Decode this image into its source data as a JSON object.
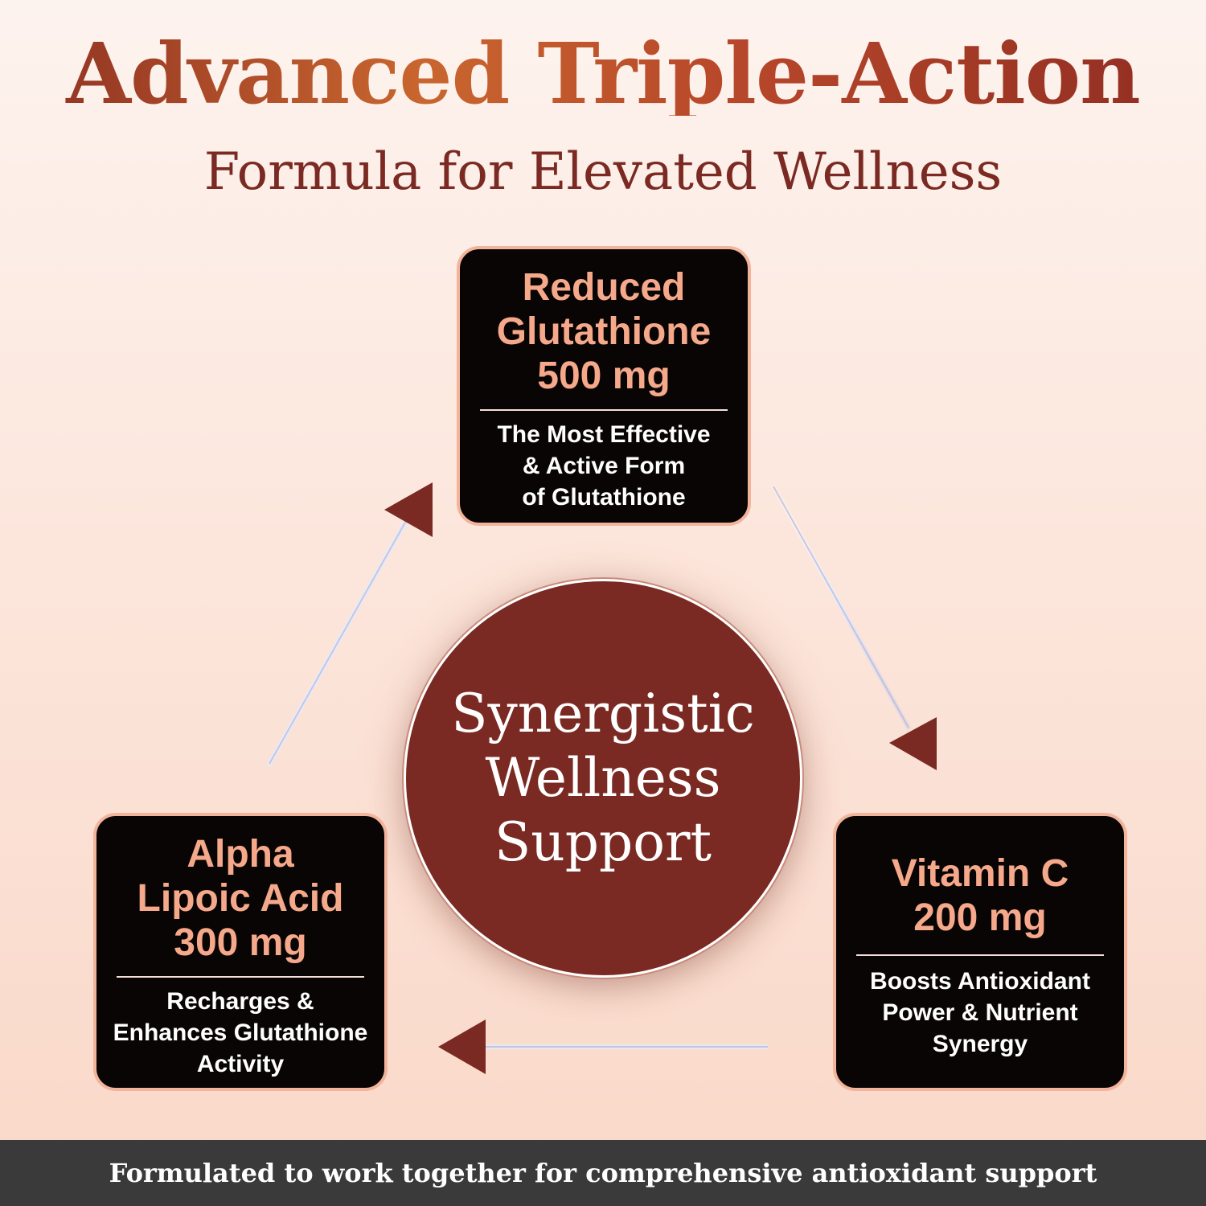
{
  "header": {
    "title": "Advanced Triple-Action",
    "subtitle": "Formula for Elevated Wellness"
  },
  "center": {
    "lines": [
      "Synergistic",
      "Wellness",
      "Support"
    ]
  },
  "cards": {
    "top": {
      "heading_lines": [
        "Reduced",
        "Glutathione",
        "500 mg"
      ],
      "desc_lines": [
        "The Most Effective",
        "& Active Form",
        "of Glutathione"
      ]
    },
    "left": {
      "heading_lines": [
        "Alpha",
        "Lipoic Acid",
        "300 mg"
      ],
      "desc_lines": [
        "Recharges &",
        "Enhances Glutathione",
        "Activity"
      ]
    },
    "right": {
      "heading_lines": [
        "Vitamin C",
        "200 mg"
      ],
      "desc_lines": [
        "Boosts Antioxidant",
        "Power & Nutrient",
        "Synergy"
      ]
    }
  },
  "footer": {
    "text": "Formulated to work together for comprehensive antioxidant support"
  },
  "colors": {
    "accent_dark": "#7a2a22",
    "card_heading": "#f5a98a",
    "card_bg": "#0a0505",
    "footer_bg": "#3a3a3a"
  }
}
